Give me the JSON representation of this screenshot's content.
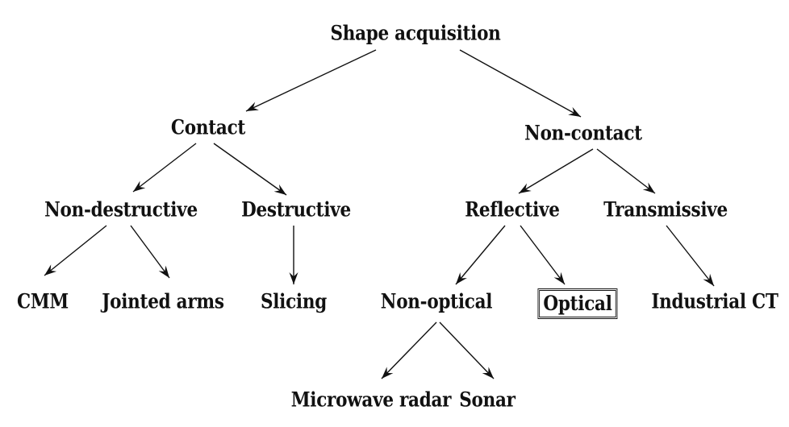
{
  "nodes": {
    "root": "Shape acquisition",
    "contact": "Contact",
    "non_contact": "Non-contact",
    "non_destructive": "Non-destructive",
    "destructive": "Destructive",
    "reflective": "Reflective",
    "transmissive": "Transmissive",
    "cmm": "CMM",
    "jointed_arms": "Jointed arms",
    "slicing": "Slicing",
    "non_optical": "Non-optical",
    "optical": "Optical",
    "industrial_ct": "Industrial CT",
    "microwave_radar": "Microwave radar",
    "sonar": "Sonar"
  },
  "edges": [
    {
      "from": "Shape acquisition",
      "to": "Contact"
    },
    {
      "from": "Shape acquisition",
      "to": "Non-contact"
    },
    {
      "from": "Contact",
      "to": "Non-destructive"
    },
    {
      "from": "Contact",
      "to": "Destructive"
    },
    {
      "from": "Non-contact",
      "to": "Reflective"
    },
    {
      "from": "Non-contact",
      "to": "Transmissive"
    },
    {
      "from": "Non-destructive",
      "to": "CMM"
    },
    {
      "from": "Non-destructive",
      "to": "Jointed arms"
    },
    {
      "from": "Destructive",
      "to": "Slicing"
    },
    {
      "from": "Reflective",
      "to": "Non-optical"
    },
    {
      "from": "Reflective",
      "to": "Optical"
    },
    {
      "from": "Transmissive",
      "to": "Industrial CT"
    },
    {
      "from": "Non-optical",
      "to": "Microwave radar"
    },
    {
      "from": "Non-optical",
      "to": "Sonar"
    }
  ],
  "highlighted_node": "Optical"
}
